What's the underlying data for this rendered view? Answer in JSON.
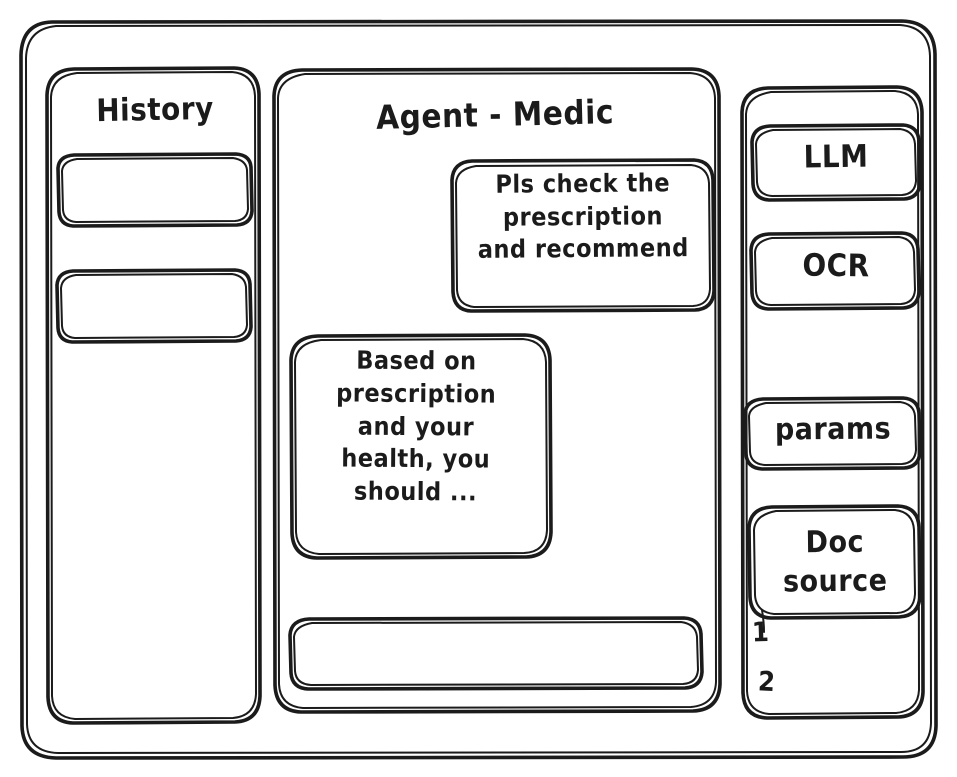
{
  "meta": {
    "style": "hand-drawn wireframe sketch",
    "stroke_color": "#1b1b1b",
    "background_color": "#ffffff"
  },
  "window": {
    "frame_name": "app-window"
  },
  "sidebar_left": {
    "title": "History",
    "items": [
      {
        "label": "",
        "name": "history-item-1"
      },
      {
        "label": "",
        "name": "history-item-2"
      }
    ]
  },
  "main": {
    "title": "Agent - Medic",
    "messages": [
      {
        "role": "user",
        "text": "Pls check the\nprescription\nand recommend"
      },
      {
        "role": "assistant",
        "text": "Based on\nprescription\nand your\nhealth, you\nshould ..."
      }
    ],
    "composer": {
      "value": "",
      "placeholder": ""
    }
  },
  "sidebar_right": {
    "tools": [
      {
        "label": "LLM",
        "name": "tool-llm"
      },
      {
        "label": "OCR",
        "name": "tool-ocr"
      },
      {
        "label": "params",
        "name": "tool-params"
      },
      {
        "label": "Doc\nsource",
        "name": "tool-doc-source"
      }
    ],
    "doc_list": [
      {
        "label": "1"
      },
      {
        "label": "2"
      }
    ]
  }
}
